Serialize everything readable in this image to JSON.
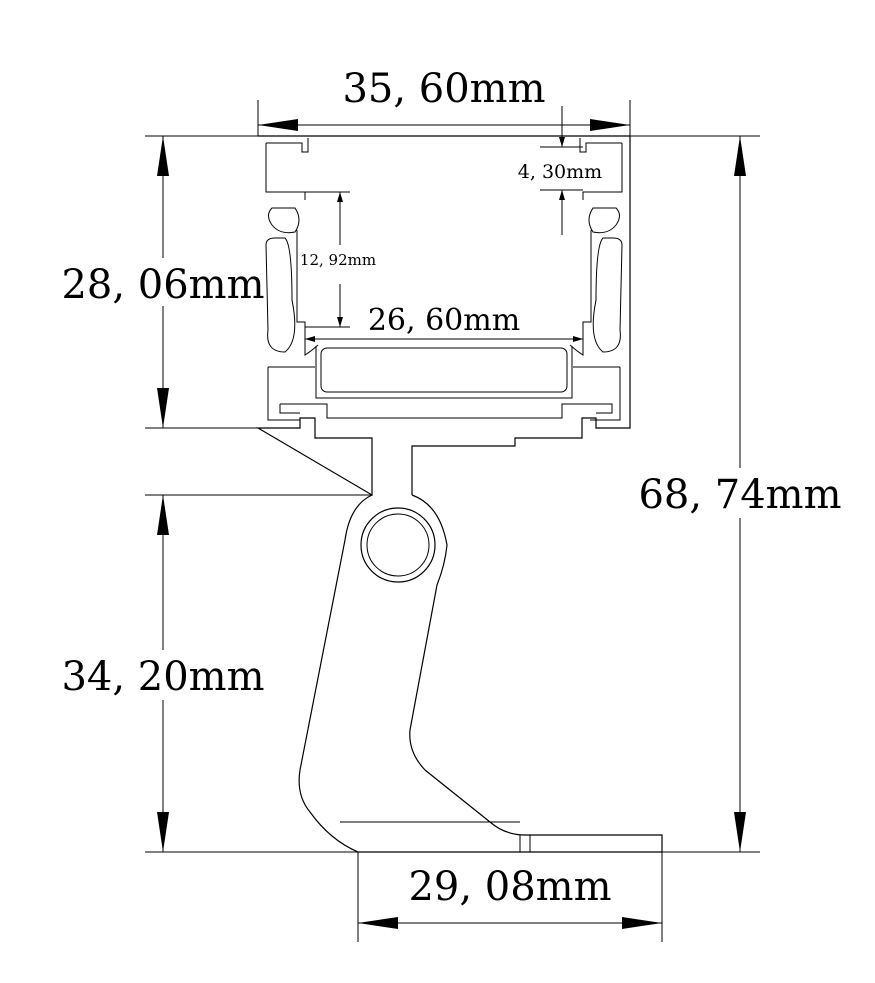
{
  "dimensions": {
    "overall_width": "35, 60mm",
    "profile_height": "28, 06mm",
    "total_height": "68, 74mm",
    "bracket_height": "34, 20mm",
    "base_width": "29, 08mm",
    "lip_depth": "4, 30mm",
    "inner_height": "12, 92mm",
    "inner_width": "26, 60mm"
  }
}
